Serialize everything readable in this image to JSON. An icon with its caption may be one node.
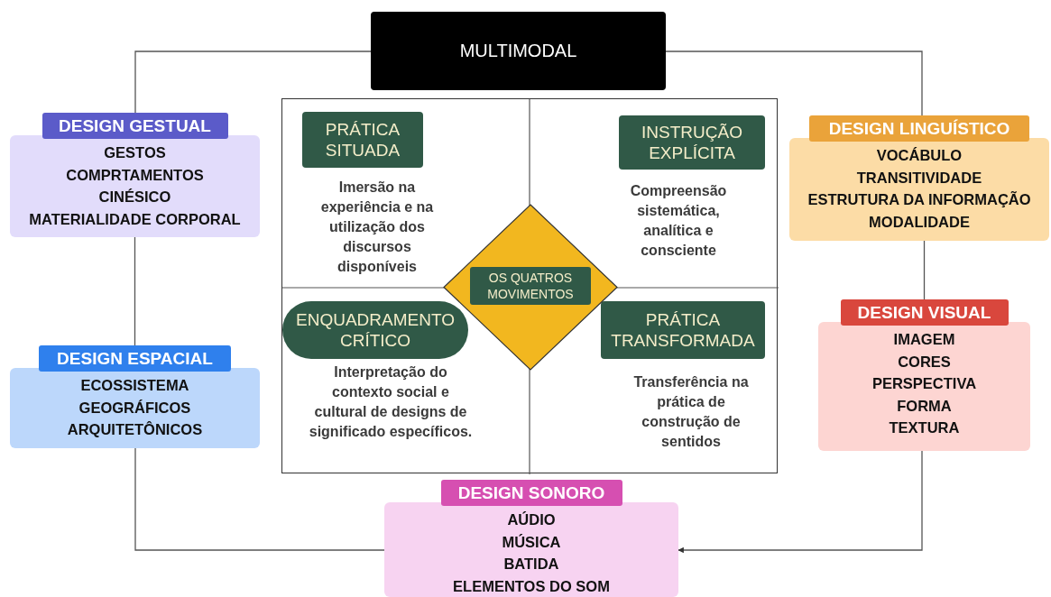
{
  "diagram": {
    "nodes": [
      {
        "text": [
          "MULTIMODAL"
        ]
      },
      {
        "text": [],
        "shape": "box"
      },
      {
        "text": [
          "PRÁTICA SITUADA"
        ],
        "in": 1
      },
      {
        "text": [
          "INSTRUÇÃO EXPLÍCITA"
        ],
        "in": 1
      },
      {
        "text": [
          "ENQUADRAMENTO CRÍTICO"
        ],
        "in": 1
      },
      {
        "text": [
          "PRÁTICA TRANSFORMADA"
        ],
        "in": 1
      },
      {
        "text": [
          "OS QUATROS MOVIMENTOS"
        ],
        "in": 1
      },
      {
        "text": [
          "DESIGN GESTUAL",
          "GESTOS",
          "COMPRTAMENTOS",
          "CINÉSICO",
          "MATERIALIDADE CORPORAL"
        ]
      },
      {
        "text": [
          "DESIGN ESPACIAL",
          "ECOSSISTEMA",
          "GEOGRÁFICOS",
          "ARQUITETÔNICOS"
        ]
      },
      {
        "text": [
          "DESIGN LINGUÍSTICO",
          "VOCÁBULO",
          "TRANSITIVIDADE",
          "ESTRUTURA DA INFORMAÇÃO",
          "MODALIDADE"
        ]
      },
      {
        "text": [
          "DESIGN VISUAL",
          "IMAGEM",
          "CORES",
          "PERSPECTIVA",
          "FORMA",
          "TEXTURA"
        ]
      },
      {
        "text": [
          "DESIGN SONORO",
          "AÚDIO",
          "MÚSICA",
          "BATIDA",
          "ELEMENTOS DO SOM"
        ]
      }
    ],
    "labels": [
      "Imersão na experiência e na utilização dos discursos disponíveis",
      "Compreensão sistemática, analítica e consciente",
      "Interpretação do contexto social e cultural de designs de significado específicos.",
      "Transferência na prática de construção de sentidos"
    ],
    "edges": [
      {
        "from": 0,
        "to": 7,
        "arrow": "none"
      },
      {
        "from": 7,
        "to": 8,
        "arrow": "none"
      },
      {
        "from": 8,
        "to": 11,
        "arrow": "none"
      },
      {
        "from": 10,
        "to": 11,
        "arrow": "to"
      },
      {
        "from": 9,
        "to": 10,
        "arrow": "none"
      },
      {
        "from": 9,
        "to": 0,
        "arrow": "none"
      }
    ]
  }
}
